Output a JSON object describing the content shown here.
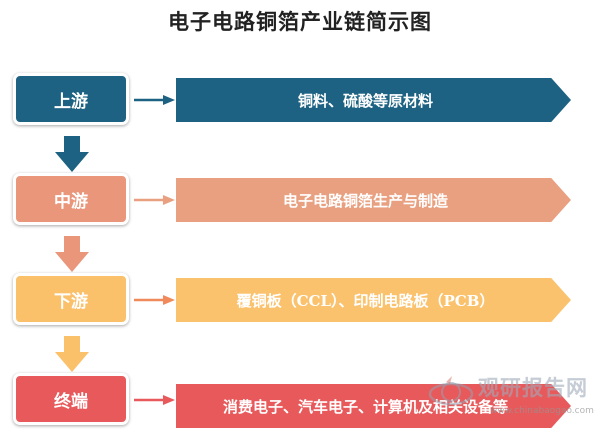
{
  "title": "电子电路铜箔产业链简示图",
  "stages": [
    {
      "label": "上游",
      "description": "铜料、硫酸等原材料",
      "box_color": "#1d6282",
      "band_color": "#1d6282",
      "arrow_color": "#1d6282"
    },
    {
      "label": "中游",
      "description": "电子电路铜箔生产与制造",
      "box_color": "#e9967a",
      "band_color": "#e8a080",
      "arrow_color": "#e8a080"
    },
    {
      "label": "下游",
      "description": "覆铜板（CCL）、印制电路板（PCB）",
      "box_color": "#fbc06a",
      "band_color": "#fbc26e",
      "arrow_color": "#f08a5a"
    },
    {
      "label": "终端",
      "description": "消费电子、汽车电子、计算机及相关设备等",
      "box_color": "#e8595b",
      "band_color": "#e8595b",
      "arrow_color": "#e8595b"
    }
  ],
  "down_arrow_colors": [
    "#1d6282",
    "#e9967a",
    "#fbc06a"
  ],
  "watermark": {
    "text": "观研报告网",
    "url": "www.chinabaogao.com"
  }
}
